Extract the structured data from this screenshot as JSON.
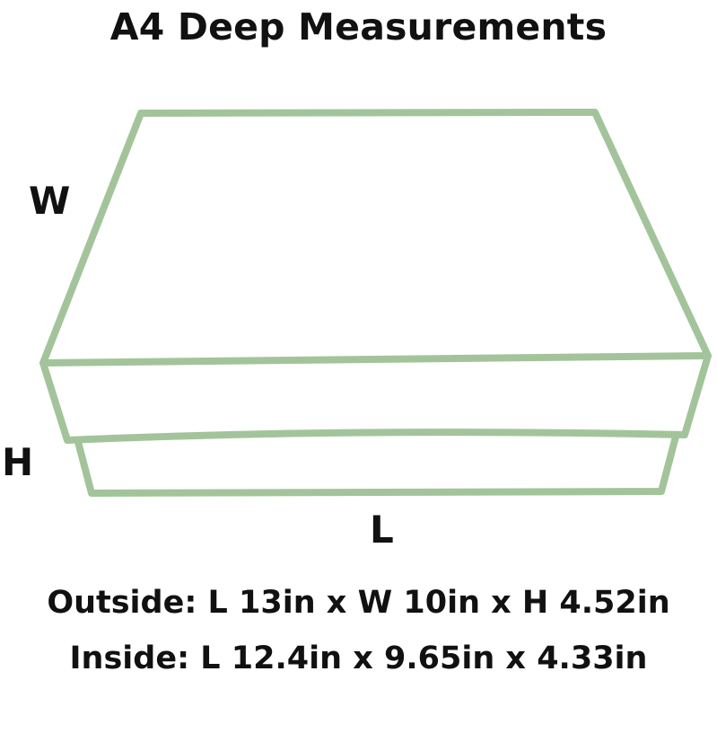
{
  "title": "A4 Deep Measurements",
  "labels": {
    "width": "W",
    "height": "H",
    "length": "L"
  },
  "specs": {
    "outside": "Outside: L 13in x W 10in x H 4.52in",
    "inside": "Inside: L 12.4in x 9.65in x 4.33in"
  },
  "colors": {
    "outline": "#a3c49b",
    "text": "#111111"
  }
}
